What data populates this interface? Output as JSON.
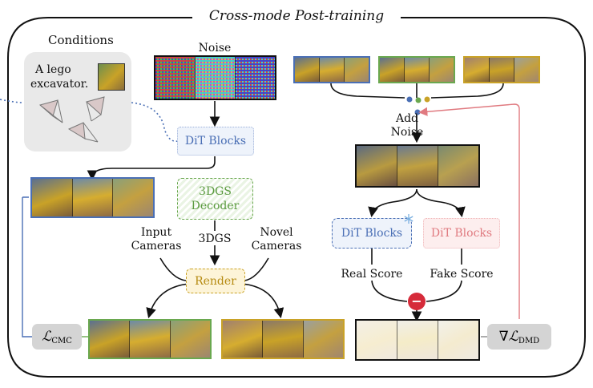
{
  "title": "Cross-mode Post-training",
  "conditions": {
    "heading": "Conditions",
    "prompt_line1": "A lego",
    "prompt_line2": "excavator."
  },
  "labels": {
    "noise": "Noise",
    "add_noise_line1": "Add",
    "add_noise_line2": "Noise",
    "decoder_line1": "3DGS",
    "decoder_line2": "Decoder",
    "threedgs": "3DGS",
    "input_cameras_line1": "Input",
    "input_cameras_line2": "Cameras",
    "novel_cameras_line1": "Novel",
    "novel_cameras_line2": "Cameras",
    "render": "Render",
    "real_score": "Real Score",
    "fake_score": "Fake Score",
    "minus": "−"
  },
  "blocks": {
    "dit_main": "DiT Blocks",
    "dit_real": "DiT Blocks",
    "dit_fake": "DiT Blocks"
  },
  "losses": {
    "cmc": "ℒ",
    "cmc_sub": "CMC",
    "dmd": "∇ℒ",
    "dmd_sub": "DMD"
  },
  "colors": {
    "blue": "#4a6fb5",
    "green": "#6aa84f",
    "gold": "#c9a227",
    "red": "#e07a80",
    "gray": "#c8c8c8"
  },
  "icons": [
    "snowflake-icon",
    "camera-icon",
    "minus-circle-icon"
  ]
}
